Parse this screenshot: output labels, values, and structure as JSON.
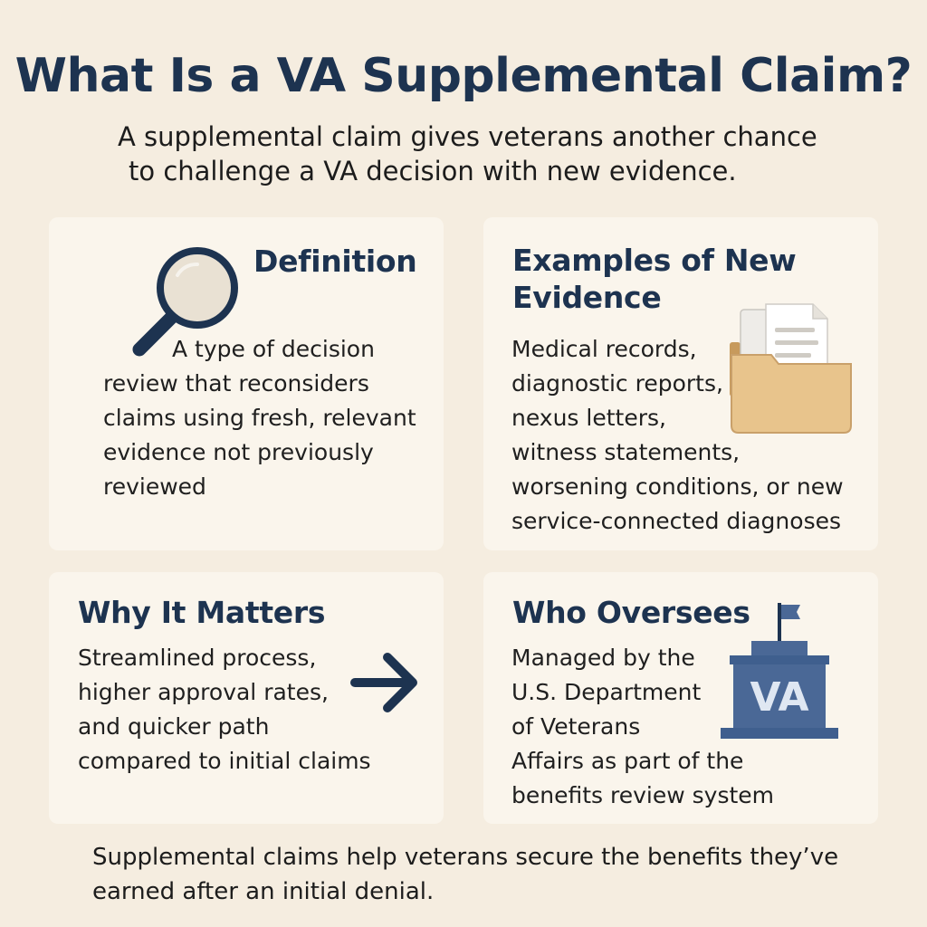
{
  "title": "What Is a VA Supplemental Claim?",
  "subtitle_lines": [
    "A supplemental claim gives veterans another chance",
    "to challenge a VA decision with new evidence."
  ],
  "cards": {
    "definition": {
      "title": "Definition",
      "icon": "magnifying-glass-icon",
      "body_lines": [
        "A type of decision",
        "review that reconsiders",
        "claims using fresh, relevant",
        "evidence not previously",
        "reviewed"
      ]
    },
    "examples": {
      "title_lines": [
        "Examples of New",
        "Evidence"
      ],
      "icon": "folder-documents-icon",
      "body_lines": [
        "Medical records,",
        "diagnostic reports,",
        "nexus letters,",
        "witness statements,",
        "worsening conditions, or new",
        "service-connected diagnoses"
      ]
    },
    "why": {
      "title": "Why It Matters",
      "icon": "arrow-right-icon",
      "body_lines": [
        "Streamlined process,",
        "higher approval rates,",
        "and quicker path",
        "compared to initial claims"
      ]
    },
    "who": {
      "title": "Who Oversees",
      "icon": "va-building-icon",
      "icon_text": "VA",
      "body_lines": [
        "Managed by the",
        "U.S. Department",
        "of Veterans",
        "Affairs as part of the",
        "benefits review system"
      ]
    }
  },
  "footer_lines": [
    "Supplemental claims help veterans secure the benefits they’ve",
    "earned after an initial denial."
  ],
  "colors": {
    "background": "#f5ede0",
    "card": "#faf5ec",
    "heading": "#1d3350",
    "building": "#4a6896",
    "folder": "#e8c48c"
  }
}
